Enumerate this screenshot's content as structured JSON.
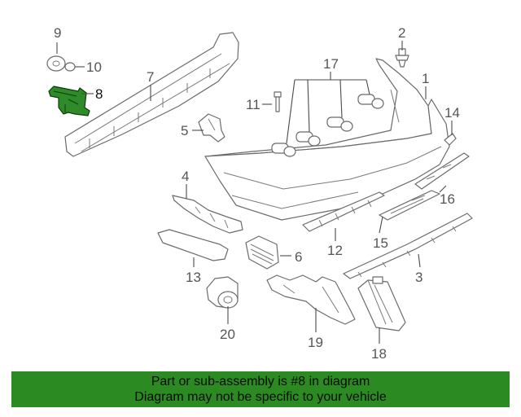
{
  "diagram": {
    "callouts": {
      "c1": "1",
      "c2": "2",
      "c3": "3",
      "c4": "4",
      "c5": "5",
      "c6": "6",
      "c7": "7",
      "c8": "8",
      "c9": "9",
      "c10": "10",
      "c11": "11",
      "c12": "12",
      "c13": "13",
      "c14": "14",
      "c15": "15",
      "c16": "16",
      "c17": "17",
      "c18": "18",
      "c19": "19",
      "c20": "20"
    },
    "highlighted_part": "8",
    "highlight_color": "#2f8a2a"
  },
  "banner": {
    "line1": "Part or sub-assembly is #8 in diagram",
    "line2": "Diagram may not be specific to your vehicle",
    "background": "#2b8a22"
  }
}
